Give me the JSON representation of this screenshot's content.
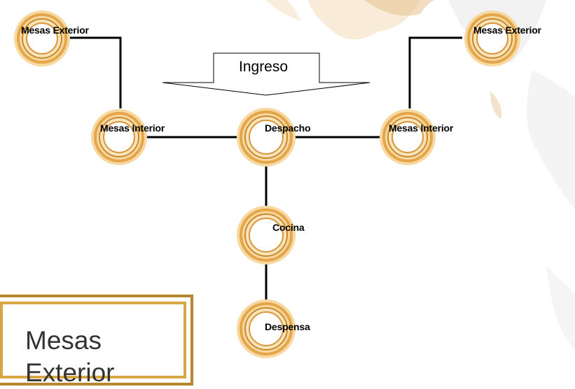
{
  "nodes": [
    {
      "id": "mesas-exterior-left",
      "label": "Mesas Exterior"
    },
    {
      "id": "mesas-exterior-right",
      "label": "Mesas Exterior"
    },
    {
      "id": "mesas-interior-left",
      "label": "Mesas Interior"
    },
    {
      "id": "despacho",
      "label": "Despacho"
    },
    {
      "id": "mesas-interior-right",
      "label": "Mesas Interior"
    },
    {
      "id": "cocina",
      "label": "Cocina"
    },
    {
      "id": "despensa",
      "label": "Despensa"
    }
  ],
  "entry": {
    "label": "Ingreso"
  },
  "legend": {
    "line1": "Mesas",
    "line2": "Exterior"
  },
  "colors": {
    "ring_outer": "#f0c46b",
    "ring_mid": "#d9963a",
    "ring_inner": "#f7dfa3",
    "connector": "#000000",
    "accent": "#c98a2e"
  }
}
